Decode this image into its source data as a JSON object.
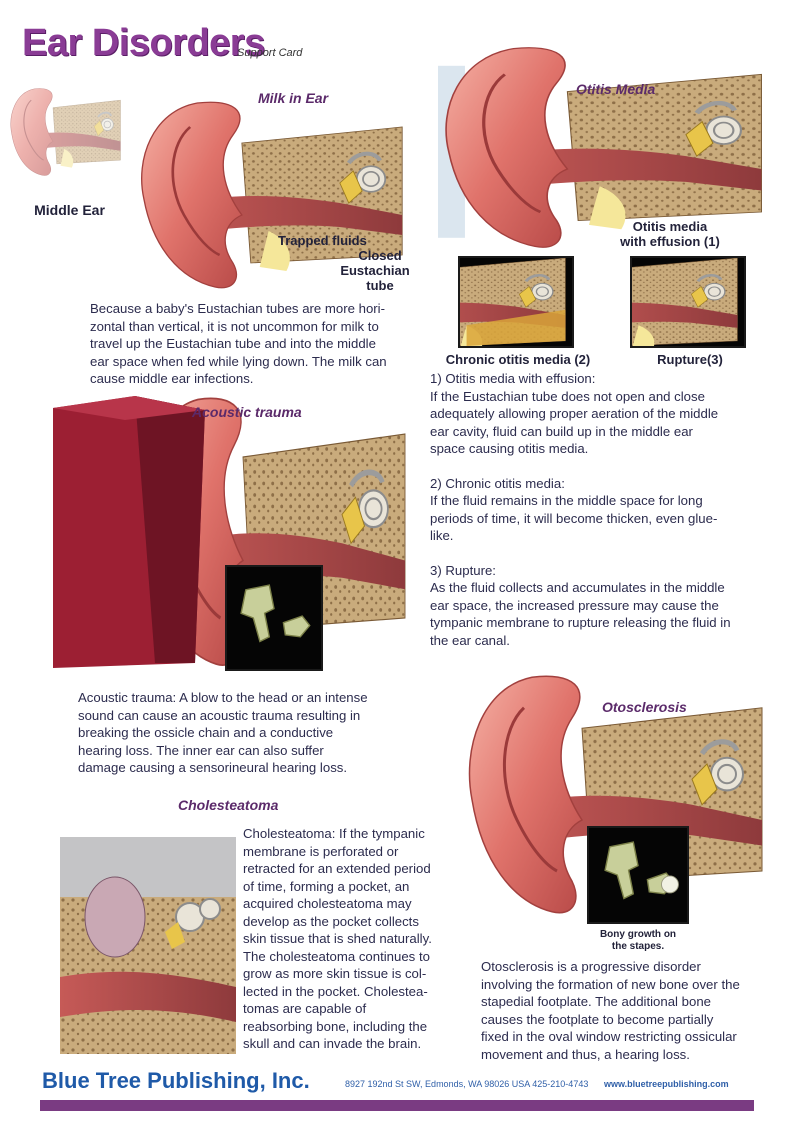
{
  "header": {
    "title": "Ear Disorders",
    "subtitle": "Support Card"
  },
  "middle_ear": {
    "label": "Middle Ear"
  },
  "milk": {
    "title": "Milk in Ear",
    "label_trapped": "Trapped fluids",
    "label_closed": "Closed",
    "label_eustachian": "Eustachian",
    "label_tube": "tube",
    "text": [
      "Because a baby's Eustachian tubes are more hori-",
      "zontal than vertical, it is not uncommon for milk to",
      "travel up the Eustachian tube and into the middle",
      "ear space when fed while lying down. The milk can",
      "cause middle ear infections."
    ]
  },
  "otitis": {
    "title": "Otitis Media",
    "label_effusion_1": "Otitis media",
    "label_effusion_2": "with effusion (1)",
    "label_chronic": "Chronic otitis media (2)",
    "label_rupture": "Rupture(3)",
    "p1": [
      "1) Otitis media with effusion:",
      "If the Eustachian tube does not open and close",
      "adequately allowing proper aeration of the middle",
      "ear cavity, fluid can build up in the middle ear",
      "space causing otitis media."
    ],
    "p2": [
      "2) Chronic otitis media:",
      "If the fluid remains in the middle space for long",
      "periods of time, it will become thicken, even glue-",
      "like."
    ],
    "p3": [
      "3) Rupture:",
      "As the fluid collects and accumulates in the middle",
      "ear space, the increased pressure may cause the",
      "tympanic membrane to rupture releasing the fluid in",
      "the ear canal."
    ]
  },
  "acoustic": {
    "title": "Acoustic trauma",
    "text": [
      "Acoustic trauma: A blow to the head or an intense",
      "sound can cause an acoustic trauma resulting in",
      "breaking the ossicle chain and a conductive",
      "hearing loss.  The inner ear can also suffer",
      "damage causing a sensorineural hearing loss."
    ]
  },
  "cholesteatoma": {
    "title": "Cholesteatoma",
    "text": [
      "Cholesteatoma: If the tympanic",
      "membrane is perforated or",
      "retracted for an extended period",
      "of time, forming a pocket, an",
      "acquired cholesteatoma may",
      "develop as the pocket collects",
      "skin tissue that is shed naturally.",
      "The cholesteatoma continues to",
      "grow as more skin tissue is col-",
      "lected in the pocket.  Cholestea-",
      "tomas are capable of",
      "reabsorbing bone, including the",
      "skull and can invade the brain."
    ]
  },
  "otosclerosis": {
    "title": "Otosclerosis",
    "label_1": "Bony growth on",
    "label_2": "the stapes.",
    "text": [
      "Otosclerosis is a progressive disorder",
      "involving the formation of new bone over the",
      "stapedial footplate.  The additional bone",
      "causes the footplate to become partially",
      "fixed in the oval window restricting ossicular",
      "movement and thus, a hearing loss."
    ]
  },
  "footer": {
    "publisher": "Blue Tree Publishing, Inc.",
    "address": "8927 192nd St SW, Edmonds, WA 98026 USA 425-210-4743",
    "website": "www.bluetreepublishing.com"
  },
  "colors": {
    "title": "#8a3c95",
    "section_title": "#5b2a6a",
    "footer_blue": "#1f5aa8",
    "footer_bar": "#7a3b82",
    "ear_skin": "#e8807a",
    "bone": "#c8a878"
  }
}
